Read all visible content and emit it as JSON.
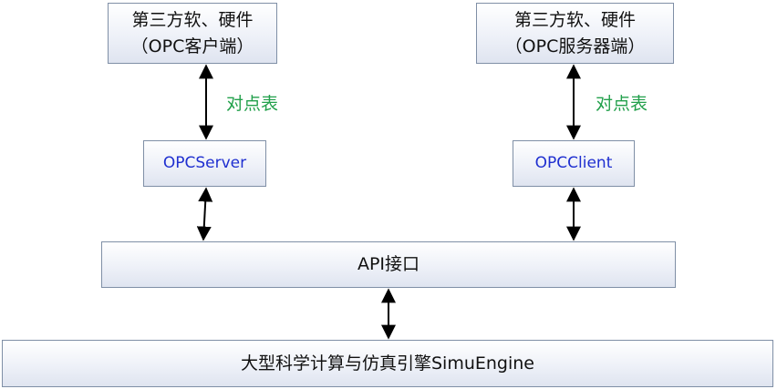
{
  "diagram": {
    "nodes": [
      {
        "id": "client_sw",
        "lines": [
          "第三方软、硬件",
          "（OPC客户端）"
        ],
        "style": "plain"
      },
      {
        "id": "server_sw",
        "lines": [
          "第三方软、硬件",
          "（OPC服务器端）"
        ],
        "style": "plain"
      },
      {
        "id": "opc_server",
        "lines": [
          "OPCServer"
        ],
        "style": "blue"
      },
      {
        "id": "opc_client",
        "lines": [
          "OPCClient"
        ],
        "style": "blue"
      },
      {
        "id": "api",
        "lines": [
          "API接口"
        ],
        "style": "plain"
      },
      {
        "id": "engine",
        "lines": [
          "大型科学计算与仿真引擎SimuEngine"
        ],
        "style": "plain"
      }
    ],
    "edges": [
      {
        "from": "client_sw",
        "to": "opc_server",
        "label": "对点表",
        "direction": "bidirectional"
      },
      {
        "from": "server_sw",
        "to": "opc_client",
        "label": "对点表",
        "direction": "bidirectional"
      },
      {
        "from": "opc_server",
        "to": "api",
        "label": "",
        "direction": "bidirectional"
      },
      {
        "from": "opc_client",
        "to": "api",
        "label": "",
        "direction": "bidirectional"
      },
      {
        "from": "api",
        "to": "engine",
        "label": "",
        "direction": "bidirectional"
      }
    ],
    "colors": {
      "box_border": "#7f8fa6",
      "edge_label": "#22a04b",
      "opc_text": "#1f2fd0",
      "arrow": "#000000"
    }
  }
}
